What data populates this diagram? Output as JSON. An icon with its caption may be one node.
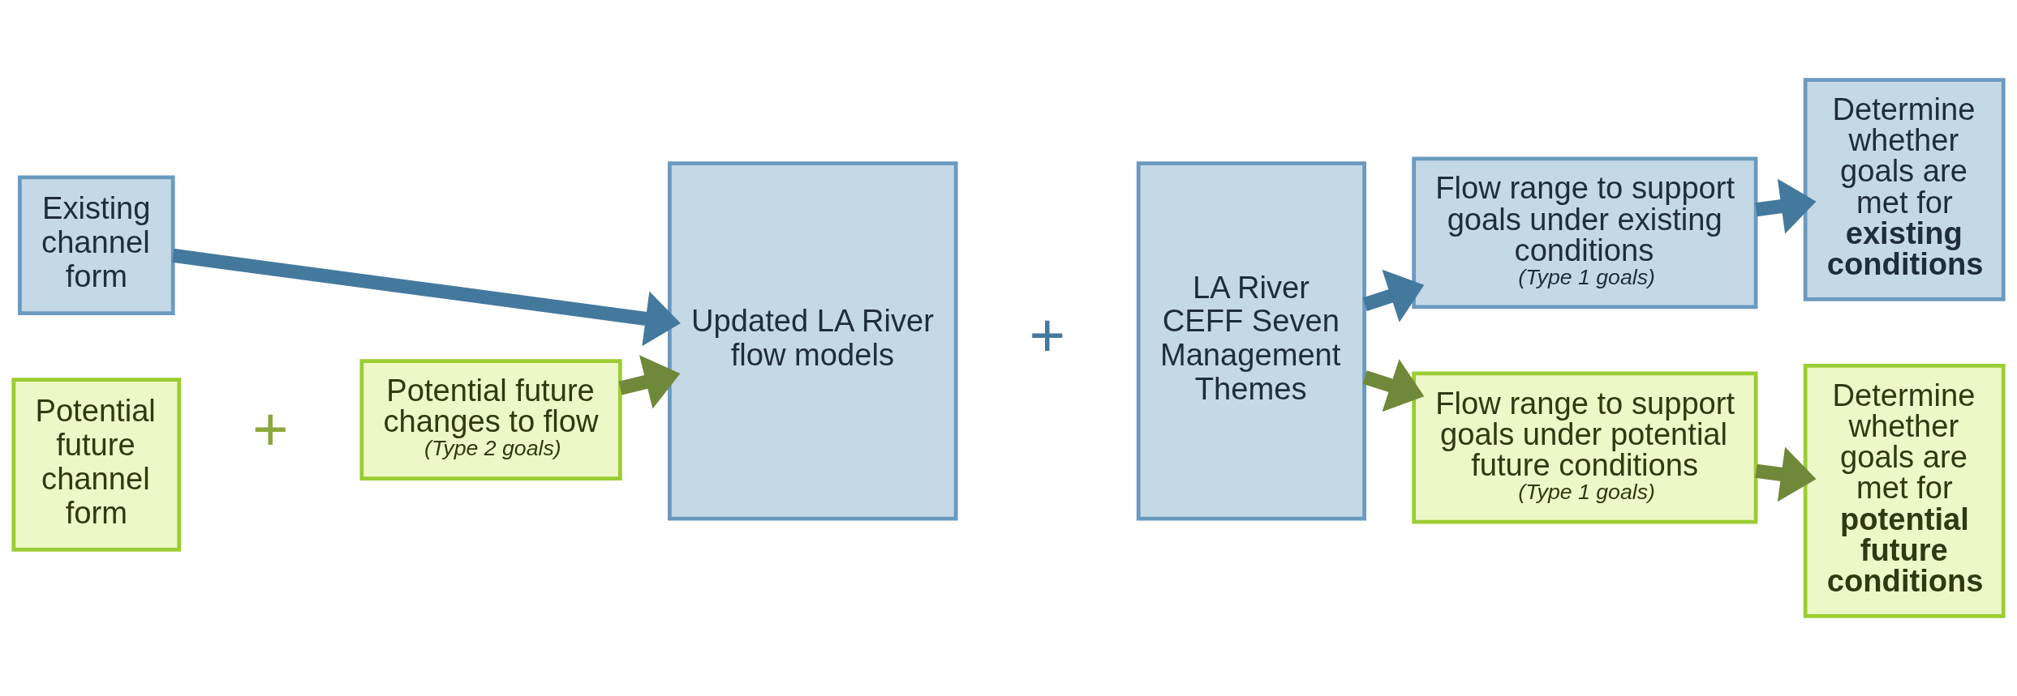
{
  "diagram": {
    "nodes": [
      {
        "text": [
          "Existing channel form"
        ]
      },
      {
        "text": [
          "Potential future channel form"
        ]
      },
      {
        "text": [
          "Potential future changes to flow",
          "(Type 2 goals)"
        ]
      },
      {
        "text": [
          "Updated LA River flow models"
        ]
      },
      {
        "text": [
          "LA River CEFF Seven Management Themes"
        ]
      },
      {
        "text": [
          "Flow range to support goals under existing conditions",
          "(Type 1 goals)"
        ]
      },
      {
        "text": [
          "Determine whether goals are met for **existing conditions**"
        ]
      },
      {
        "text": [
          "Flow range to support goals under potential future conditions",
          "(Type 1 goals)"
        ]
      },
      {
        "text": [
          "Determine whether goals are met for **potential future conditions**"
        ]
      }
    ],
    "edges": [
      {
        "from": 0,
        "to": 3,
        "arrow": "to",
        "color": "#44799e"
      },
      {
        "from": 2,
        "to": 3,
        "arrow": "to",
        "color": "#70883a"
      },
      {
        "from": 4,
        "to": 5,
        "arrow": "to",
        "color": "#44799e"
      },
      {
        "from": 5,
        "to": 6,
        "arrow": "to",
        "color": "#44799e"
      },
      {
        "from": 4,
        "to": 7,
        "arrow": "to",
        "color": "#70883a"
      },
      {
        "from": 7,
        "to": 8,
        "arrow": "to",
        "color": "#70883a"
      }
    ],
    "labels": [
      "+",
      "+"
    ]
  }
}
